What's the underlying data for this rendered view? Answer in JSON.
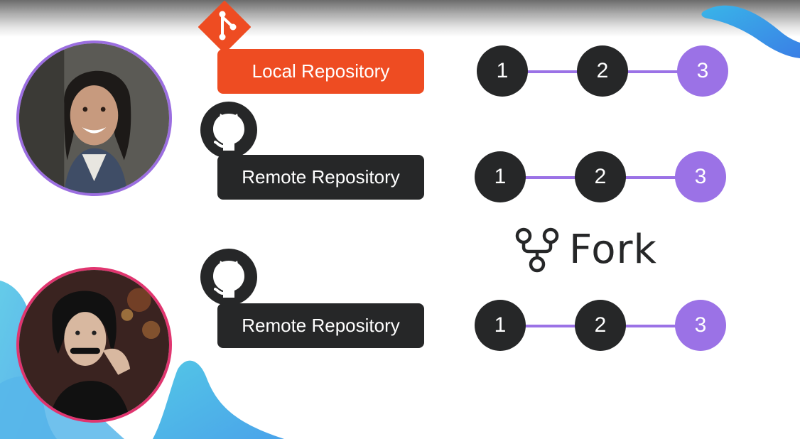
{
  "colors": {
    "git_orange": "#ee4c22",
    "dark": "#262728",
    "purple": "#9b72e6",
    "avatar1_ring": "#9b6ee0",
    "avatar2_ring": "#e0356f",
    "deco_blue": "#4aa3ea",
    "deco_cyan": "#53c6e6"
  },
  "icons": {
    "git": "git-logo-icon",
    "github": "github-octocat-icon",
    "fork": "fork-icon"
  },
  "people": [
    {
      "avatar": "avatar-woman-smiling"
    },
    {
      "avatar": "avatar-woman-mustache"
    }
  ],
  "repos": {
    "local": "Local Repository",
    "remote1": "Remote Repository",
    "remote2": "Remote Repository"
  },
  "commit_rows": [
    {
      "commits": [
        "1",
        "2",
        "3"
      ]
    },
    {
      "commits": [
        "1",
        "2",
        "3"
      ]
    },
    {
      "commits": [
        "1",
        "2",
        "3"
      ]
    }
  ],
  "fork": {
    "label": "Fork"
  }
}
